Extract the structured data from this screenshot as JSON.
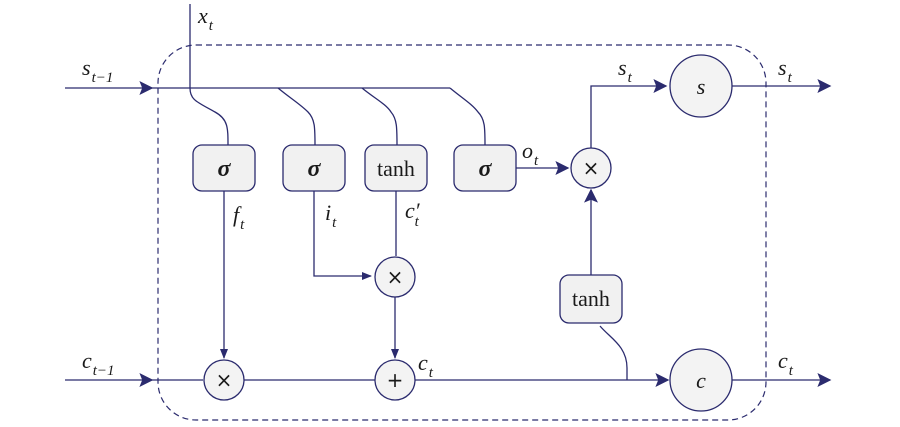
{
  "inputs": {
    "x": {
      "base": "x",
      "sub": "t"
    },
    "s_prev": {
      "base": "s",
      "sub": "t−1"
    },
    "c_prev": {
      "base": "c",
      "sub": "t−1"
    }
  },
  "outputs": {
    "s_out": {
      "base": "s",
      "sub": "t"
    },
    "c_out": {
      "base": "c",
      "sub": "t"
    }
  },
  "gates": {
    "forget": {
      "symbol": "σ",
      "label_base": "f",
      "label_sub": "t"
    },
    "input": {
      "symbol": "σ",
      "label_base": "i",
      "label_sub": "t"
    },
    "candidate": {
      "symbol": "tanh",
      "label_base": "c′",
      "label_sub": "t"
    },
    "output": {
      "symbol": "σ",
      "label_base": "o",
      "label_sub": "t"
    }
  },
  "cell_tanh": {
    "symbol": "tanh"
  },
  "operators": {
    "forget_mul": "×",
    "input_mul": "×",
    "output_mul": "×",
    "add": "+"
  },
  "internal_labels": {
    "c_mid": {
      "base": "c",
      "sub": "t"
    },
    "s_mid": {
      "base": "s",
      "sub": "t"
    }
  },
  "nodes": {
    "s_node": "s",
    "c_node": "c"
  }
}
